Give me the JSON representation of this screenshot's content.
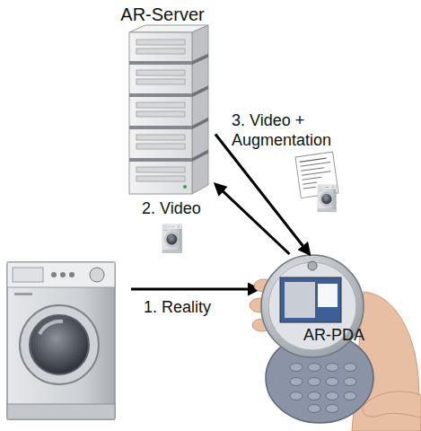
{
  "diagram": {
    "nodes": [
      {
        "text": [
          "AR-Server"
        ]
      },
      {
        "text": [
          "AR-PDA"
        ]
      }
    ],
    "edges": [
      {
        "from": 1,
        "to": 0,
        "label": "2. Video",
        "arrow": "to"
      },
      {
        "from": 0,
        "to": 1,
        "label": "3. Video + Augmentation",
        "arrow": "to"
      }
    ],
    "labels": [
      "1. Reality"
    ]
  }
}
